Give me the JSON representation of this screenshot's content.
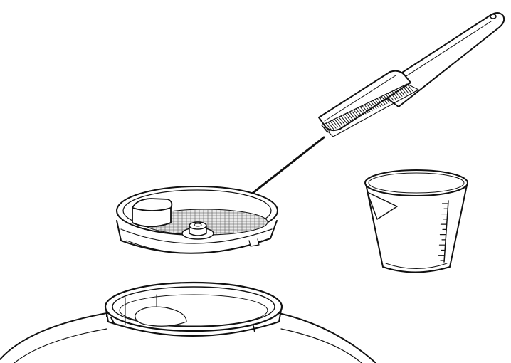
{
  "colors": {
    "background": "#ffffff",
    "line": "#111111",
    "mesh": "#444444",
    "shade": "#d9d9d9"
  },
  "components": [
    {
      "id": "cleaning-brush",
      "icon": "brush-icon"
    },
    {
      "id": "filter-basket",
      "icon": "mesh-filter-icon"
    },
    {
      "id": "measuring-cup",
      "icon": "graduated-cup-icon"
    },
    {
      "id": "water-tank",
      "icon": "tank-icon"
    }
  ],
  "callout": {
    "from": "cleaning-brush",
    "to": "filter-basket"
  }
}
